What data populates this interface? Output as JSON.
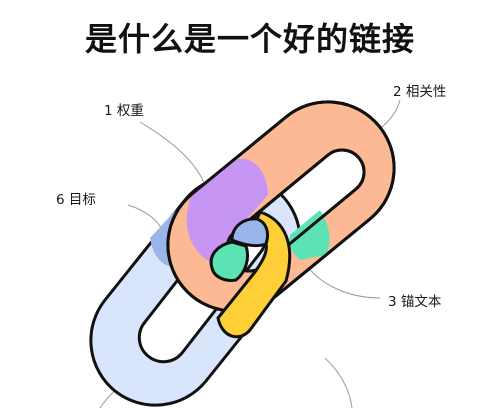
{
  "title": "是什么是一个好的链接",
  "labels": {
    "weight": "1 权重",
    "relevance": "2 相关性",
    "anchor_text": "3 锚文本",
    "target": "6 目标"
  },
  "colors": {
    "outline": "#111111",
    "upper_link": "#FDB993",
    "lower_link": "#D9E5FA",
    "purple": "#C795F3",
    "blue": "#9BB5EA",
    "green": "#5CE2B3",
    "yellow": "#FFCF38",
    "leader_line": "#9a9a9a"
  }
}
